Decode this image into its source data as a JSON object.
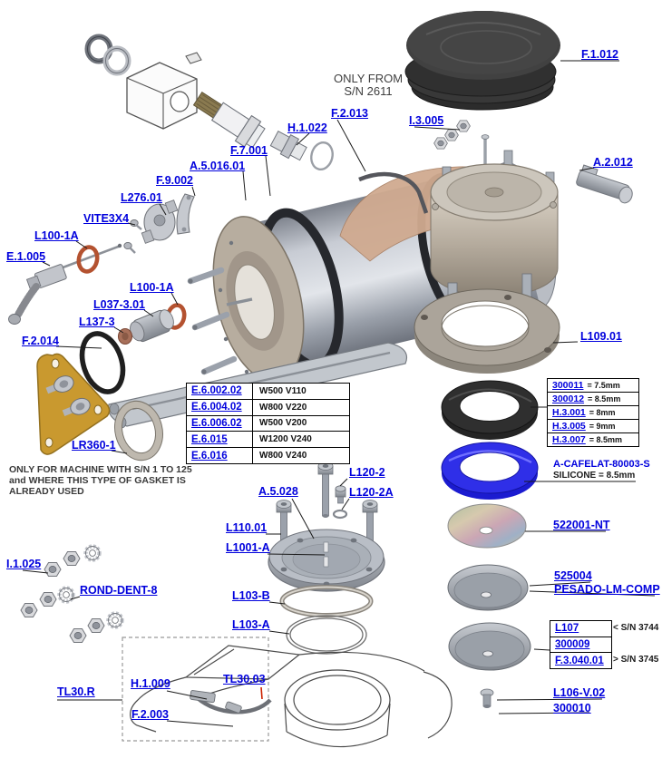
{
  "notes": {
    "only_from_1": "ONLY FROM",
    "only_from_2": "S/N 2611",
    "gasket_1": "ONLY FOR MACHINE WITH S/N 1 TO 125",
    "gasket_2": "and WHERE THIS TYPE OF GASKET IS",
    "gasket_3": "ALREADY USED"
  },
  "labels": {
    "f1012": "F.1.012",
    "f2013": "F.2.013",
    "i3005": "I.3.005",
    "h1022": "H.1.022",
    "f7001": "F.7.001",
    "a501601": "A.5.016.01",
    "f9002": "F.9.002",
    "l27601": "L276.01",
    "vite3x4": "VITE3X4",
    "l100_1a": "L100-1A",
    "e1005": "E.1.005",
    "a2012": "A.2.012",
    "l100_1a_b": "L100-1A",
    "l037_301": "L037-3.01",
    "l137_3": "L137-3",
    "f2014": "F.2.014",
    "l10901": "L109.01",
    "lr360_1": "LR360-1",
    "a_cafelat": "A-CAFELAT-80003-S",
    "silicone": "SILICONE = 8.5mm",
    "s522001": "522001-NT",
    "s525004": "525004",
    "pesado": "PESADO-LM-COMP",
    "l106": "L106-V.02",
    "s300010": "300010",
    "i1025": "I.1.025",
    "rond": "ROND-DENT-8",
    "l120_2": "L120-2",
    "l120_2a": "L120-2A",
    "a5028": "A.5.028",
    "l11001": "L110.01",
    "l1001_a": "L1001-A",
    "l103_b": "L103-B",
    "l103_a": "L103-A",
    "tl30r": "TL30.R",
    "h1009": "H.1.009",
    "tl3003": "TL30.03",
    "f2003": "F.2.003",
    "sn3744": "< S/N 3744",
    "sn3745": "> S/N 3745"
  },
  "tables": {
    "elements": {
      "rows": [
        {
          "part": "E.6.002.02",
          "spec": "W500 V110"
        },
        {
          "part": "E.6.004.02",
          "spec": "W800 V220"
        },
        {
          "part": "E.6.006.02",
          "spec": "W500 V200"
        },
        {
          "part": "E.6.015",
          "spec": "W1200 V240"
        },
        {
          "part": "E.6.016",
          "spec": "W800 V240"
        }
      ]
    },
    "gaskets": {
      "rows": [
        {
          "part": "300011",
          "spec": "= 7.5mm"
        },
        {
          "part": "300012",
          "spec": "= 8.5mm"
        },
        {
          "part": "H.3.001",
          "spec": "= 8mm"
        },
        {
          "part": "H.3.005",
          "spec": "= 9mm"
        },
        {
          "part": "H.3.007",
          "spec": "= 8.5mm"
        }
      ]
    },
    "screens": {
      "rows": [
        {
          "part": "L107"
        },
        {
          "part": "300009"
        },
        {
          "part": "F.3.040.01"
        }
      ]
    }
  },
  "colors": {
    "label_blue": "#0000dd",
    "note_gray": "#3f3f3f",
    "cap_black": "#3a3a3a",
    "silicone_blue": "#2a2ae8",
    "oring_red": "#b45230",
    "heater_plate_gold": "#c9992f",
    "copper": "#d0aa90"
  }
}
